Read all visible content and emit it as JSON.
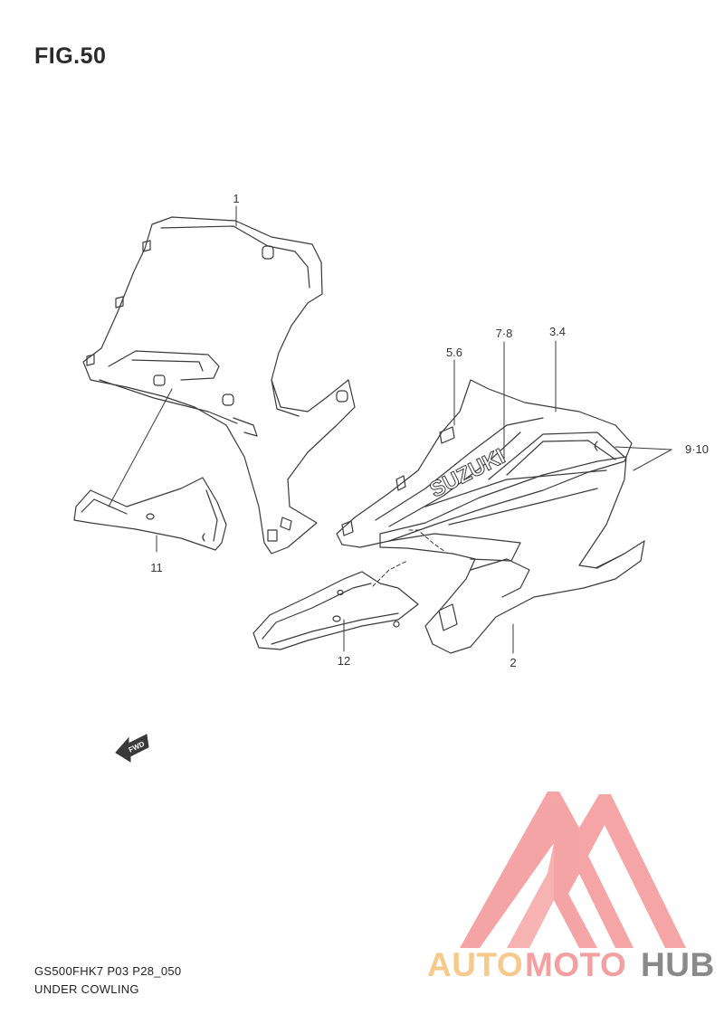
{
  "figure": {
    "title": "FIG.50"
  },
  "callouts": {
    "c1": "1",
    "c2": "2",
    "c34": "3.4",
    "c56": "5.6",
    "c78": "7·8",
    "c910": "9·10",
    "c11": "11",
    "c12": "12"
  },
  "panel_text": {
    "brand": "SUZUKI",
    "direction_arrow": "FWD"
  },
  "footer": {
    "model_code": "GS500FHK7 P03 P28_050",
    "section": "UNDER COWLING"
  },
  "watermark": {
    "part1": "AUTO",
    "part2": "MOTO",
    "part3": "HUB"
  },
  "colors": {
    "line": "#3a3a3a",
    "watermark_orange": "#f7c98a",
    "watermark_red": "#f4a0a0",
    "watermark_gray": "#8a8a8a"
  }
}
